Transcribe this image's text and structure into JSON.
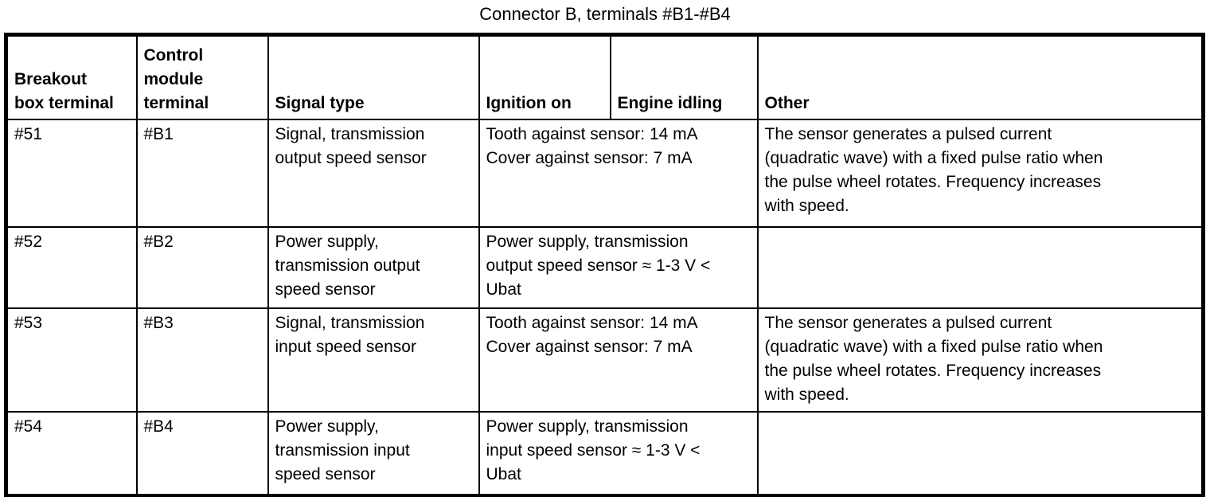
{
  "title": "Connector B, terminals #B1-#B4",
  "colors": {
    "text": "#000000",
    "background": "#ffffff",
    "border": "#000000"
  },
  "table": {
    "headers": {
      "breakout": "Breakout\nbox terminal",
      "module": "Control\nmodule\nterminal",
      "signal_type": "Signal type",
      "ignition_on": "Ignition on",
      "engine_idling": "Engine idling",
      "other": "Other"
    },
    "rows": [
      {
        "breakout": "#51",
        "module": "#B1",
        "signal_type": "Signal, transmission\noutput speed sensor",
        "reading": "Tooth against sensor: 14 mA\nCover against sensor: 7 mA",
        "other": "The sensor generates a pulsed current\n(quadratic wave) with a fixed pulse ratio when\nthe pulse wheel rotates. Frequency increases\nwith speed."
      },
      {
        "breakout": "#52",
        "module": "#B2",
        "signal_type": "Power supply,\ntransmission output\nspeed sensor",
        "reading": "Power supply, transmission\noutput speed sensor ≈ 1-3 V <\nUbat",
        "other": ""
      },
      {
        "breakout": "#53",
        "module": "#B3",
        "signal_type": "Signal, transmission\ninput speed sensor",
        "reading": "Tooth against sensor: 14 mA\nCover against sensor: 7 mA",
        "other": "The sensor generates a pulsed current\n(quadratic wave) with a fixed pulse ratio when\nthe pulse wheel rotates. Frequency increases\nwith speed."
      },
      {
        "breakout": "#54",
        "module": "#B4",
        "signal_type": "Power supply,\ntransmission input\nspeed sensor",
        "reading": "Power supply, transmission\ninput speed sensor ≈ 1-3 V <\nUbat",
        "other": ""
      }
    ]
  }
}
